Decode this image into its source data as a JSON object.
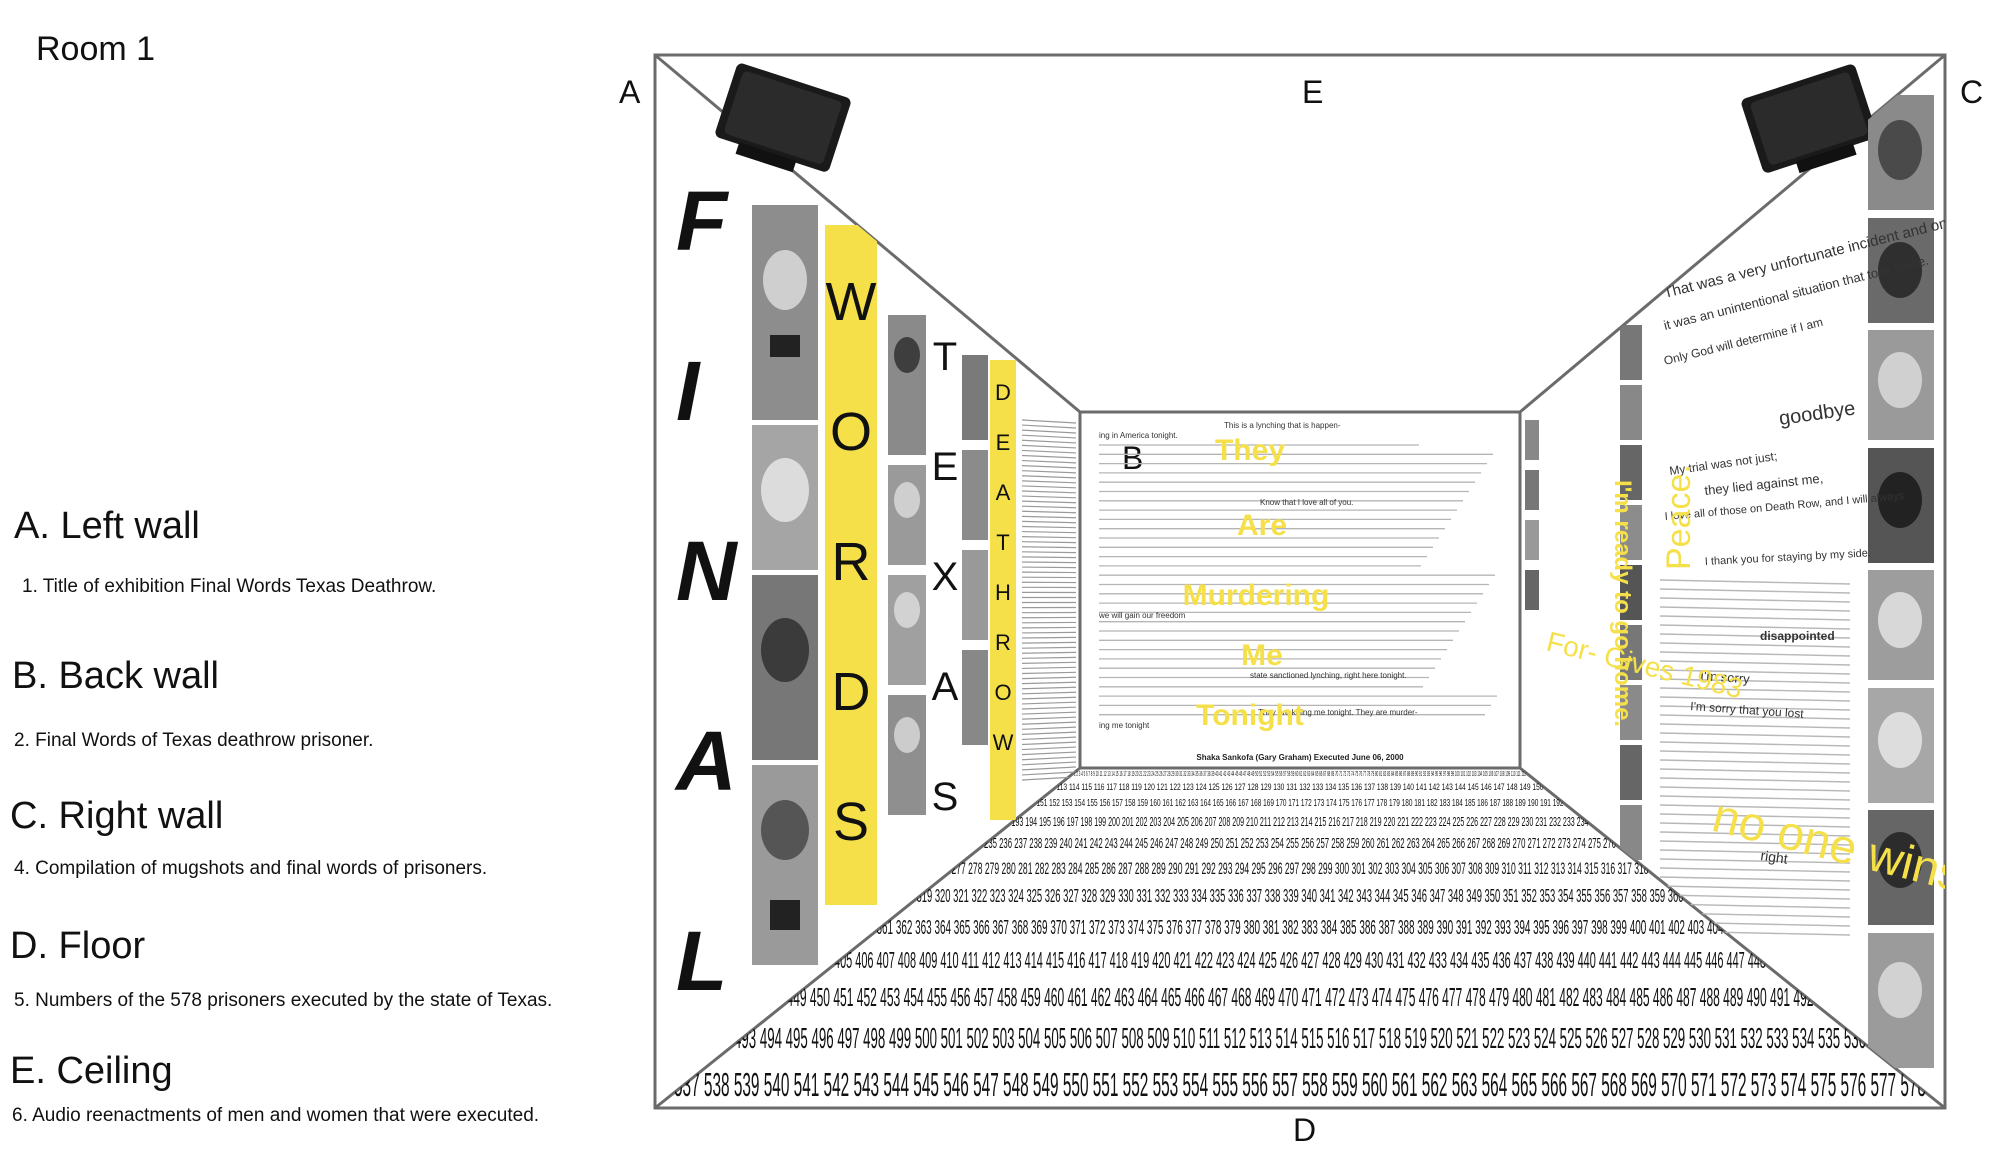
{
  "title": "Room 1",
  "corner_labels": {
    "a": "A",
    "b": "B",
    "c": "C",
    "d": "D",
    "e": "E"
  },
  "legend": [
    {
      "heading": "A. Left wall",
      "desc": "1. Title of exhibition Final Words Texas Deathrow."
    },
    {
      "heading": "B. Back wall",
      "desc": "2. Final Words of Texas deathrow prisoner."
    },
    {
      "heading": "C. Right wall",
      "desc": "4. Compilation of mugshots and final words of prisoners."
    },
    {
      "heading": "D. Floor",
      "desc": "5. Numbers of the 578 prisoners executed by the state of Texas."
    },
    {
      "heading": "E. Ceiling",
      "desc": "6. Audio reenactments of men and women that were executed."
    }
  ],
  "left_wall": {
    "final": "FINAL",
    "words": "WORDS",
    "texas": "TEXAS",
    "deathrow": "DEATHROW"
  },
  "back_wall": {
    "quote_lines": [
      "They",
      "Are",
      "Murdering",
      "Me",
      "Tonight"
    ],
    "text_snippets": [
      "This is a lynching that is happen-",
      "ing in America tonight.",
      "Know that I love all of you.",
      "we will gain our freedom",
      "state sanctioned lynching, right here tonight.",
      "They are killing me tonight. They are murder-",
      "ing me tonight"
    ],
    "caption": "Shaka Sankofa (Gary Graham)  Executed June 06, 2000"
  },
  "right_wall": {
    "yellow_peace": "Peace.",
    "yellow_no_one_wins": "no one wins",
    "yellow_ready": "I'm ready to go home.",
    "yellow_forgives": "For- Gives 1983",
    "dark_lines": [
      "That was a very unfortunate incident and only",
      "it was an unintentional situation that took place.",
      "Only God will determine if I am",
      "goodbye",
      "My trial was not just;",
      "they lied against me,",
      "I love all of those on Death Row, and I will always",
      "I thank you for staying by my side.",
      "disappointed",
      "I'm sorry",
      "I'm sorry that you lost",
      "right"
    ]
  },
  "floor": {
    "numbers_start": 1,
    "numbers_end": 578
  },
  "colors": {
    "accent_yellow": "#f5e04a",
    "wall_line": "#6b6b6b",
    "text": "#111111"
  },
  "icons": {
    "speaker_left": "speaker-icon",
    "speaker_right": "speaker-icon"
  }
}
